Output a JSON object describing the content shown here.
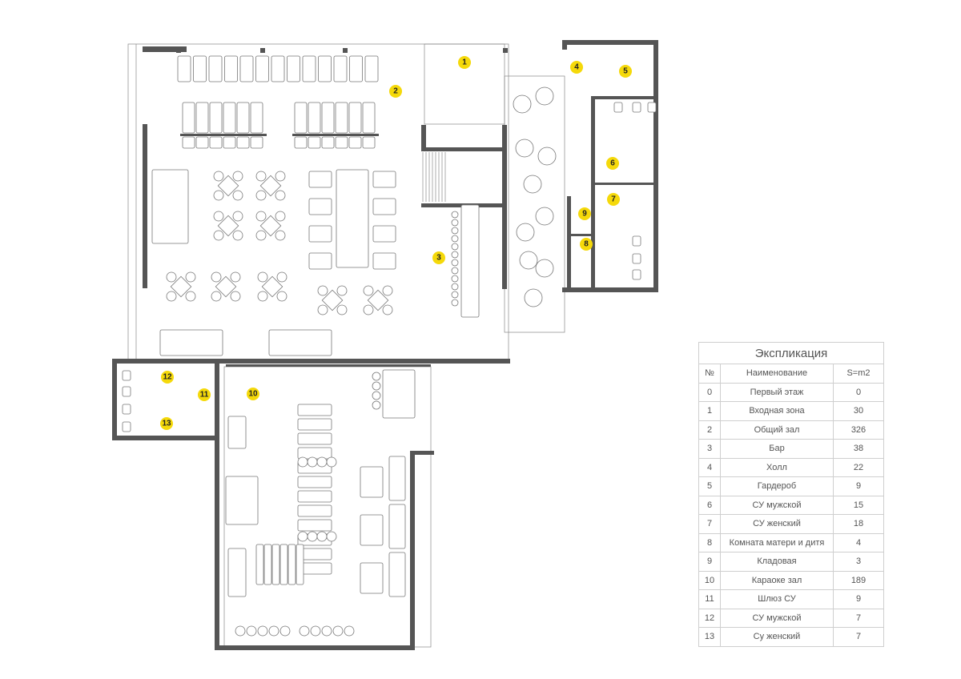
{
  "plan": {
    "room_markers": [
      "1",
      "2",
      "3",
      "4",
      "5",
      "6",
      "7",
      "8",
      "9",
      "10",
      "11",
      "12",
      "13"
    ],
    "accent_color": "#f5d90a",
    "wall_color": "#555555"
  },
  "legend": {
    "title": "Экспликация",
    "headers": [
      "№",
      "Наименование",
      "S=m2"
    ],
    "rows": [
      {
        "no": "0",
        "name": "Первый этаж",
        "area": "0"
      },
      {
        "no": "1",
        "name": "Входная зона",
        "area": "30"
      },
      {
        "no": "2",
        "name": "Общий зал",
        "area": "326"
      },
      {
        "no": "3",
        "name": "Бар",
        "area": "38"
      },
      {
        "no": "4",
        "name": "Холл",
        "area": "22"
      },
      {
        "no": "5",
        "name": "Гардероб",
        "area": "9"
      },
      {
        "no": "6",
        "name": "СУ мужской",
        "area": "15"
      },
      {
        "no": "7",
        "name": "СУ женский",
        "area": "18"
      },
      {
        "no": "8",
        "name": "Комната матери и дитя",
        "area": "4"
      },
      {
        "no": "9",
        "name": "Кладовая",
        "area": "3"
      },
      {
        "no": "10",
        "name": "Караоке зал",
        "area": "189"
      },
      {
        "no": "11",
        "name": "Шлюз СУ",
        "area": "9"
      },
      {
        "no": "12",
        "name": "СУ мужской",
        "area": "7"
      },
      {
        "no": "13",
        "name": "Су женский",
        "area": "7"
      }
    ]
  }
}
